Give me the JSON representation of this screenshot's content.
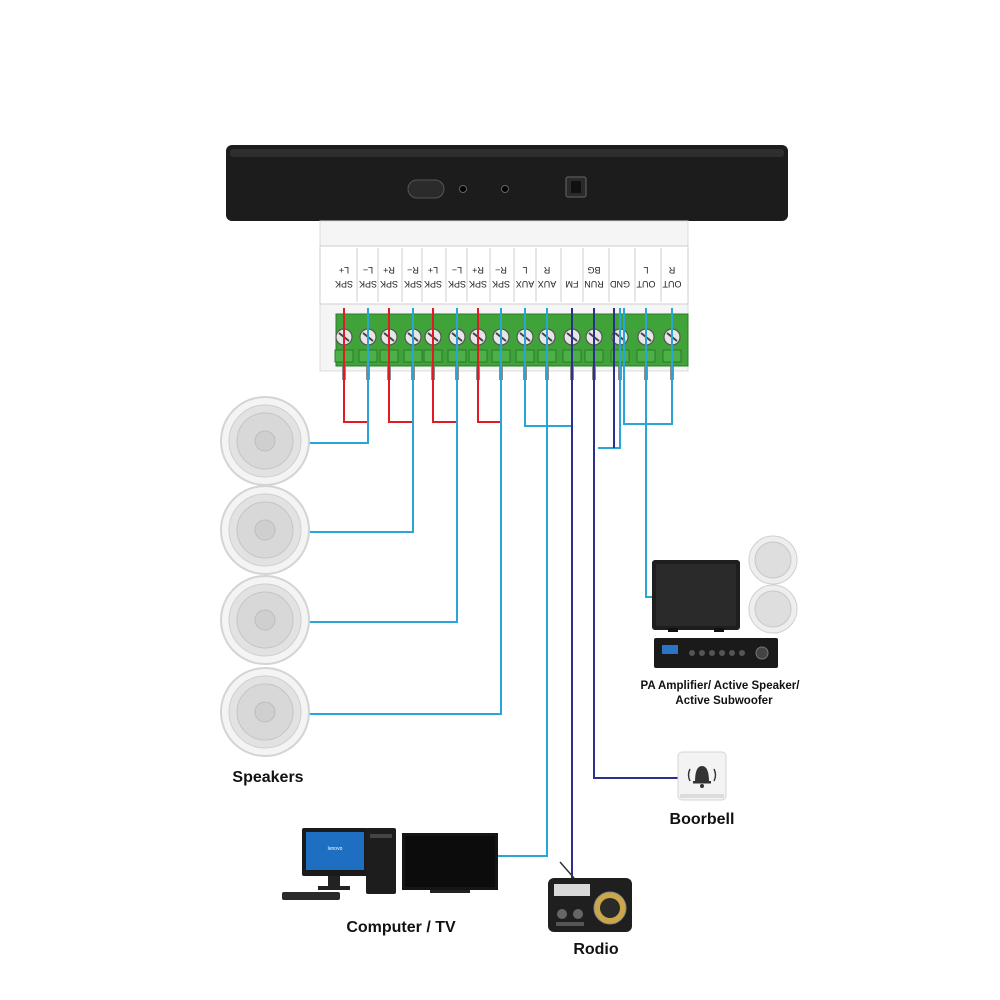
{
  "terminals": [
    {
      "top": "SPK",
      "bottom": "L+"
    },
    {
      "top": "SPK",
      "bottom": "L−"
    },
    {
      "top": "SPK",
      "bottom": "R+"
    },
    {
      "top": "SPK",
      "bottom": "R−"
    },
    {
      "top": "SPK",
      "bottom": "L+"
    },
    {
      "top": "SPK",
      "bottom": "L−"
    },
    {
      "top": "SPK",
      "bottom": "R+"
    },
    {
      "top": "SPK",
      "bottom": "R−"
    },
    {
      "top": "AUX",
      "bottom": "L"
    },
    {
      "top": "AUX",
      "bottom": "R"
    },
    {
      "top": "FM",
      "bottom": ""
    },
    {
      "top": "RUN",
      "bottom": "BG"
    },
    {
      "top": "GND",
      "bottom": ""
    },
    {
      "top": "OUT",
      "bottom": "L"
    },
    {
      "top": "OUT",
      "bottom": "R"
    }
  ],
  "labels": {
    "speakers": "Speakers",
    "pa_line1": "PA Amplifier/ Active Speaker/",
    "pa_line2": "Active Subwoofer",
    "doorbell": "Boorbell",
    "computer_tv": "Computer / TV",
    "radio": "Rodio",
    "pc_brand": "lenovo"
  },
  "colors": {
    "positive_wire": "#e01b24",
    "signal_wire": "#2aa5d8",
    "control_wire": "#2b2f8f",
    "terminal_block": "#3fa33a",
    "device_body": "#1c1c1c"
  }
}
